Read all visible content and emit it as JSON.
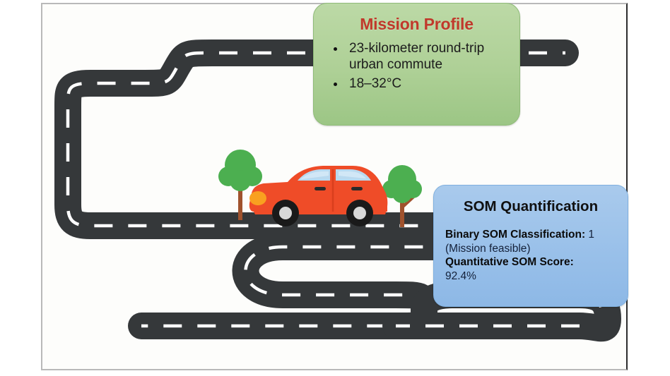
{
  "slide": {
    "background_color": "#fdfdfb",
    "frame_border_color": "#b9b9b9"
  },
  "mission_box": {
    "title": "Mission Profile",
    "title_color": "#c0392b",
    "fill_color": "#aed096",
    "bullets": [
      "23-kilometer round-trip urban commute",
      "18–32°C"
    ]
  },
  "som_box": {
    "title": "SOM Quantification",
    "fill_color": "#9cc2ea",
    "binary_label": "Binary SOM Classification:",
    "binary_value": "1",
    "binary_note": "(Mission feasible)",
    "score_label": "Quantitative SOM Score:",
    "score_value": "92.4%"
  },
  "illustration": {
    "road_color": "#35383a",
    "lane_marking_color": "#ffffff",
    "car": {
      "body_color": "#ef4c28",
      "window_color": "#b9d9ef",
      "wheel_color": "#1a1a1a",
      "hubcap_color": "#d8d8d8",
      "headlight_color": "#f9a020",
      "label": "red-hatchback-car"
    },
    "trees": [
      {
        "label": "tree-left",
        "foliage_color": "#4caf50",
        "trunk_color": "#a0522d"
      },
      {
        "label": "tree-right",
        "foliage_color": "#4caf50",
        "trunk_color": "#a0522d"
      }
    ]
  }
}
